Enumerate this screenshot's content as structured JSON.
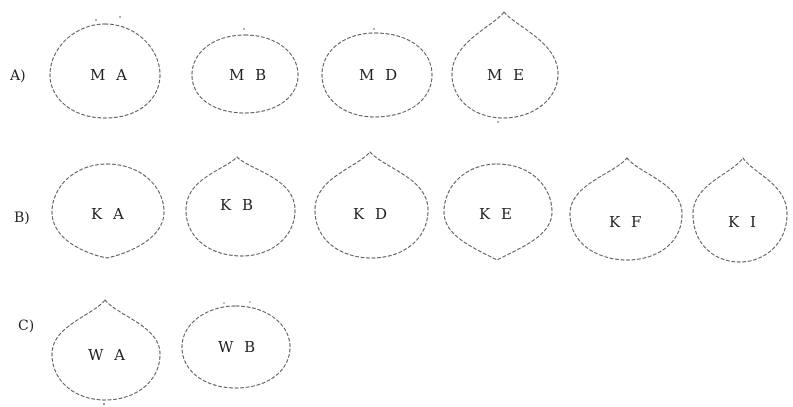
{
  "rows": [
    {
      "label": "A)",
      "shapes": [
        "M A",
        "M B",
        "M D",
        "M E"
      ]
    },
    {
      "label": "B)",
      "shapes": [
        "K A",
        "K B",
        "K D",
        "K E",
        "K F",
        "K I"
      ]
    },
    {
      "label": "C)",
      "shapes": [
        "W A",
        "W B"
      ]
    }
  ]
}
